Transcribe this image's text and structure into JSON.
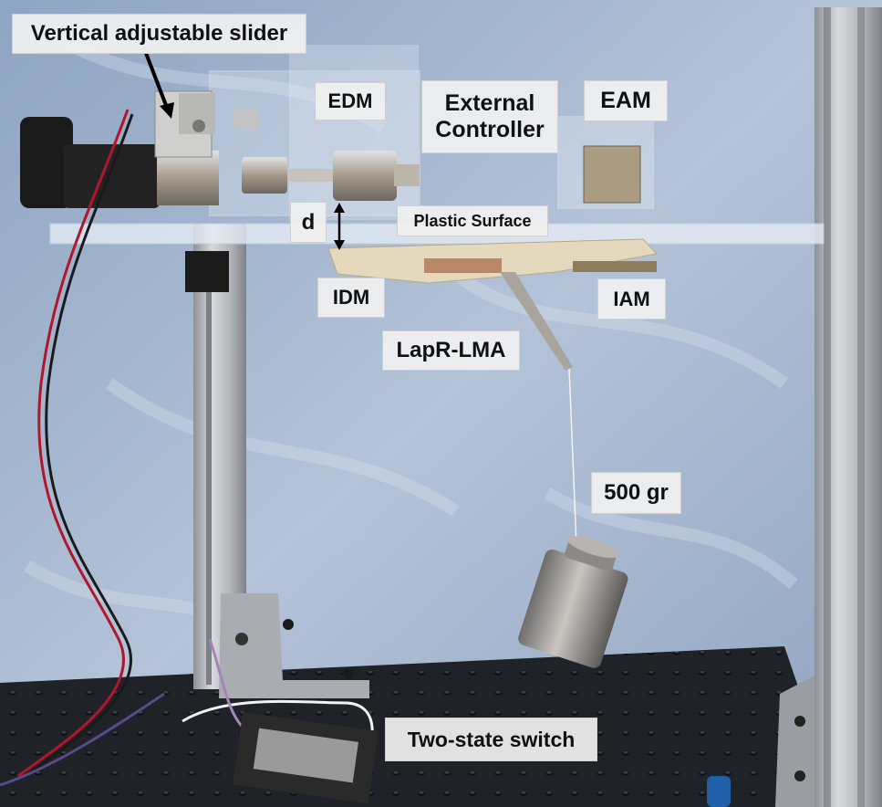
{
  "labels": {
    "vertical_slider": "Vertical adjustable slider",
    "edm": "EDM",
    "external_controller": "External\nController",
    "eam": "EAM",
    "d": "d",
    "plastic_surface": "Plastic Surface",
    "idm": "IDM",
    "iam": "IAM",
    "lapr_lma": "LapR-LMA",
    "weight": "500 gr",
    "switch": "Two-state switch"
  },
  "colors": {
    "backdrop": "#9fb2cc",
    "aluminum": "#b9bcc0",
    "table": "#1f2227",
    "label_bg": "#f0f0f0"
  }
}
